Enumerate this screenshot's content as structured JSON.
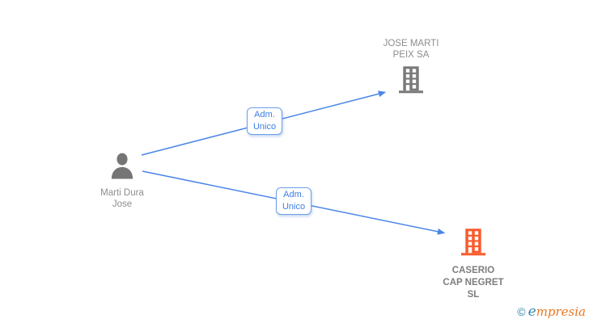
{
  "diagram": {
    "person": {
      "name": "Marti Dura Jose"
    },
    "companies": [
      {
        "name": "JOSE MARTI PEIX SA",
        "highlighted": false
      },
      {
        "name": "CASERIO CAP NEGRET SL",
        "highlighted": true
      }
    ],
    "edges": [
      {
        "from": "Marti Dura Jose",
        "to": "JOSE MARTI PEIX SA",
        "label": "Adm. Unico"
      },
      {
        "from": "Marti Dura Jose",
        "to": "CASERIO CAP NEGRET SL",
        "label": "Adm. Unico"
      }
    ]
  },
  "icons": {
    "person": "person-silhouette",
    "company": "office-building"
  },
  "colors": {
    "edge_blue": "#4a86e8",
    "edge_label_border": "#6d9eeb",
    "edge_label_text": "#3d7de0",
    "company_gray": "#7a7a7a",
    "company_highlight_orange": "#f85c2e",
    "person_gray": "#757575",
    "text_gray": "#8d8d8d",
    "logo_blue": "#3a87ad",
    "logo_orange": "#e87722"
  },
  "logo": {
    "copyright": "©",
    "brand_first_letter": "e",
    "brand_rest": "mpresia"
  }
}
